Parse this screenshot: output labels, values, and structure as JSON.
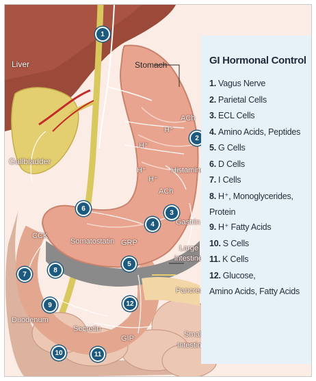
{
  "legend": {
    "title": "GI Hormonal Control",
    "items": [
      {
        "num": "1.",
        "text": "Vagus Nerve"
      },
      {
        "num": "2.",
        "text": "Parietal Cells"
      },
      {
        "num": "3.",
        "text": "ECL Cells"
      },
      {
        "num": "4.",
        "text": "Amino Acids, Peptides"
      },
      {
        "num": "5.",
        "text": "G Cells"
      },
      {
        "num": "6.",
        "text": "D Cells"
      },
      {
        "num": "7.",
        "text": "I Cells"
      },
      {
        "num": "8.",
        "text": "H⁺, Monoglycerides,",
        "cont": "Protein"
      },
      {
        "num": "9.",
        "text": "H⁺ Fatty Acids"
      },
      {
        "num": "10.",
        "text": "S Cells"
      },
      {
        "num": "11.",
        "text": "K Cells"
      },
      {
        "num": "12.",
        "text": "Glucose,",
        "cont": "Amino Acids, Fatty Acids"
      }
    ]
  },
  "labels": {
    "liver": "Liver",
    "stomach": "Stomach",
    "gallbladder": "Gallbladder",
    "ach1": "ACh",
    "ach2": "ACh",
    "histamine": "Histamine",
    "gastrin": "Gastrin",
    "somatostatin": "Somatostatin",
    "cck": "CCK",
    "grp": "GRP",
    "large_intestine_1": "Large",
    "large_intestine_2": "intestine",
    "pancreas": "Pancreas",
    "duodenum": "Duodenum",
    "secretin": "Secretin",
    "gip": "GIP",
    "small_intestine_1": "Small",
    "small_intestine_2": "Intestine",
    "h1": "H⁺",
    "h2": "H⁺",
    "h3": "H⁺",
    "h4": "H⁺"
  },
  "markers": [
    "1",
    "2",
    "3",
    "4",
    "5",
    "6",
    "7",
    "8",
    "9",
    "10",
    "11",
    "12"
  ],
  "colors": {
    "marker": "#1d5a80",
    "liver": "#9b4a3a",
    "stomach": "#e8a48f",
    "gallbladder": "#e3cf6f",
    "legend_bg": "#e6f2f7",
    "large_intestine": "#8a8a8a"
  }
}
